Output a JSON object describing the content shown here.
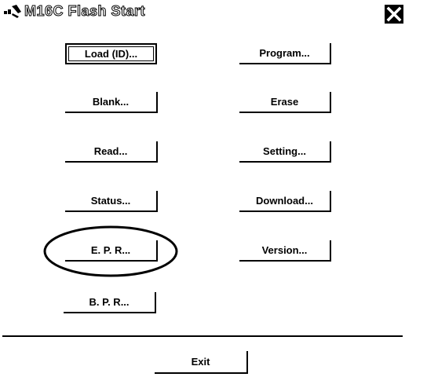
{
  "window": {
    "title": "M16C Flash Start",
    "app_icon": "flash-app-icon",
    "close_icon": "close-icon"
  },
  "buttons": {
    "load_id": "Load (ID)...",
    "program": "Program...",
    "blank": "Blank...",
    "erase": "Erase",
    "read": "Read...",
    "setting": "Setting...",
    "status": "Status...",
    "download": "Download...",
    "epr": "E. P. R...",
    "version": "Version...",
    "bpr": "B. P. R...",
    "exit": "Exit"
  },
  "annotation": {
    "highlight": "ellipse around E. P. R... button"
  }
}
